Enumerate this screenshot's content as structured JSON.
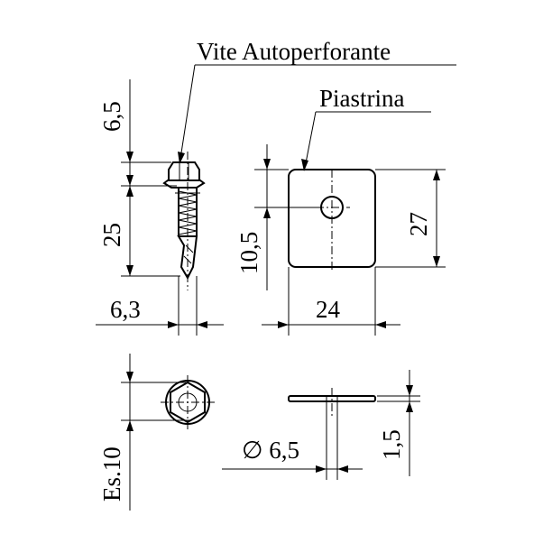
{
  "labels": {
    "screw_title": "Vite Autoperforante",
    "plate_title": "Piastrina",
    "dim_head_height": "6,5",
    "dim_thread_length": "25",
    "dim_screw_diameter": "6,3",
    "dim_hole_offset": "10,5",
    "dim_plate_height": "27",
    "dim_plate_width": "24",
    "dim_hex_size": "Es.10",
    "dim_hole_diameter": "∅ 6,5",
    "dim_plate_thickness": "1,5"
  }
}
